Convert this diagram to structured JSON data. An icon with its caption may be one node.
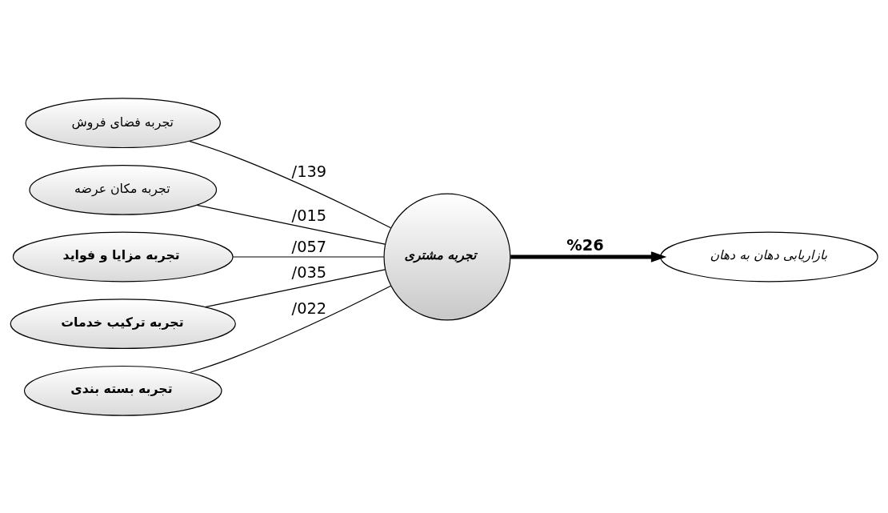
{
  "diagram": {
    "nodes": [
      {
        "text": [
          "تجربه فضای فروش"
        ]
      },
      {
        "text": [
          "تجربه مکان عرضه"
        ]
      },
      {
        "text": [
          "تجربه مزایا و فواید"
        ]
      },
      {
        "text": [
          "تجربه ترکیب خدمات"
        ]
      },
      {
        "text": [
          "تجربه بسته بندی"
        ]
      },
      {
        "text": [
          "تجربه مشتری"
        ]
      },
      {
        "text": [
          "بازاریابی دهان به دهان"
        ]
      }
    ],
    "edges": [
      {
        "from": 0,
        "to": 5,
        "arrow": "none",
        "label": "/139"
      },
      {
        "from": 1,
        "to": 5,
        "arrow": "none",
        "label": "/015"
      },
      {
        "from": 2,
        "to": 5,
        "arrow": "none",
        "label": "/057"
      },
      {
        "from": 3,
        "to": 5,
        "arrow": "none",
        "label": "/035"
      },
      {
        "from": 4,
        "to": 5,
        "arrow": "none",
        "label": "/022"
      },
      {
        "from": 5,
        "to": 6,
        "arrow": "to",
        "label": "%26",
        "style": "thick"
      }
    ]
  }
}
